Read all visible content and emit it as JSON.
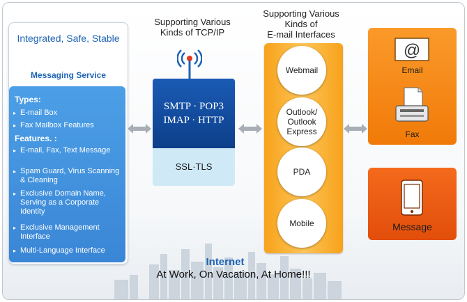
{
  "left_panel": {
    "title": "Integrated, Safe, Stable",
    "subtitle": "Messaging Service",
    "types_title": "Types:",
    "types": [
      "E-mail Box",
      "Fax Mailbox Features"
    ],
    "features_title": "Features. :",
    "features": [
      "E-mail, Fax, Text Message",
      "Spam Guard, Virus Scanning & Cleaning",
      "Exclusive Domain Name, Serving as a Corporate Identity",
      "Exclusive Management Interface",
      "Multi-Language Interface"
    ]
  },
  "tcp": {
    "heading_line1": "Supporting Various",
    "heading_line2": "Kinds of TCP/IP",
    "protocols_line1": "SMTP · POP3",
    "protocols_line2": "IMAP · HTTP",
    "ssl": "SSL·TLS"
  },
  "email_interfaces": {
    "heading_line1": "Supporting Various",
    "heading_line2": "Kinds of",
    "heading_line3": "E-mail Interfaces",
    "items": [
      {
        "label": "Webmail"
      },
      {
        "label": "Outlook/\nOutlook\nExpress"
      },
      {
        "label": "PDA"
      },
      {
        "label": "Mobile"
      }
    ]
  },
  "outputs": {
    "email": "Email",
    "fax": "Fax",
    "message": "Message"
  },
  "footer": {
    "internet": "Internet",
    "tagline": "At Work, On Vacation, At Home!!!"
  },
  "colors": {
    "accent_blue": "#1d63b4",
    "panel_blue": "#3a86d6",
    "tcp_navy": "#0d3f8a",
    "ssl_light": "#cfe9f7",
    "orange": "#f7a21b",
    "orange_dark": "#f17a08",
    "orange_red": "#e24e0b"
  },
  "icons": [
    "antenna-icon",
    "email-at-icon",
    "fax-machine-icon",
    "mobile-phone-icon",
    "double-arrow-icon"
  ]
}
